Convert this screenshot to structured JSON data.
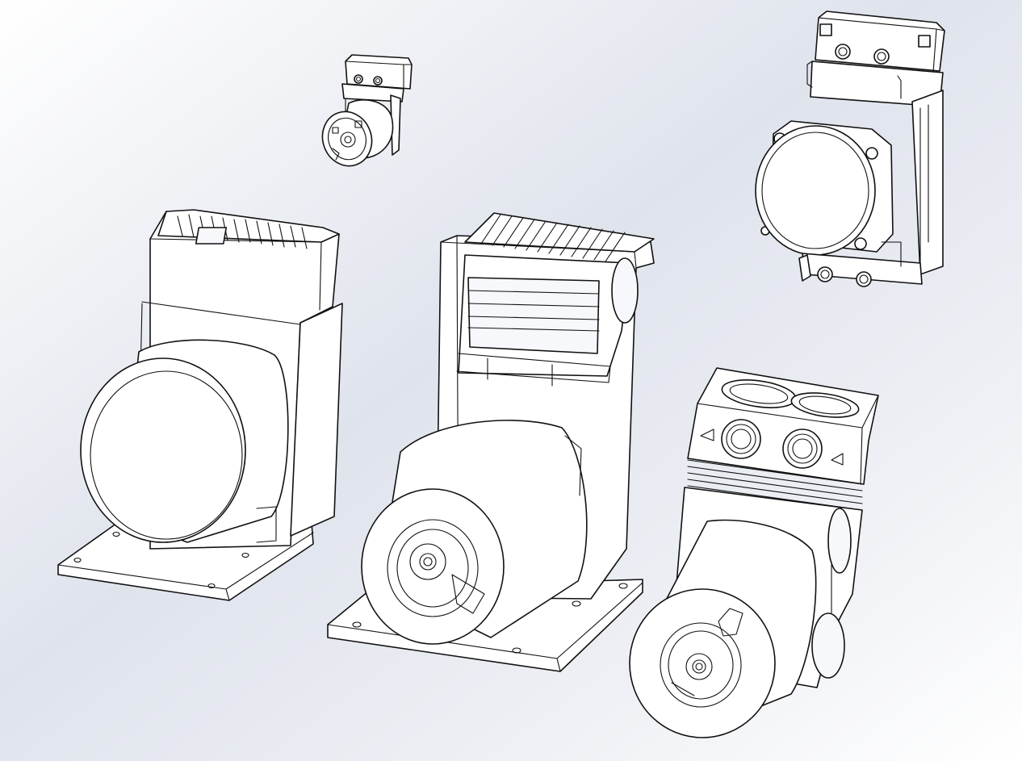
{
  "viewport": {
    "background_top_left": "#ffffff",
    "background_mid": "#dfe3ec",
    "background_right": "#ffffff",
    "line_color": "#111111",
    "fill_color": "#ffffff"
  },
  "models": [
    {
      "id": "pump-small-iso",
      "icon": "pump-motor-small-icon"
    },
    {
      "id": "pump-upright-right",
      "icon": "pump-motor-upright-icon"
    },
    {
      "id": "pump-base-left",
      "icon": "pump-motor-baseplate-icon"
    },
    {
      "id": "pump-base-center",
      "icon": "pump-motor-bracket-icon"
    },
    {
      "id": "pump-head-right",
      "icon": "pump-motor-head-icon"
    }
  ]
}
